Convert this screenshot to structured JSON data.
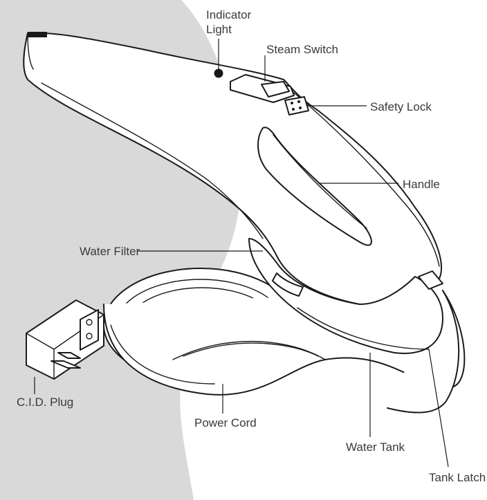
{
  "labels": {
    "indicator_light_1": "Indicator",
    "indicator_light_2": "Light",
    "steam_switch": "Steam Switch",
    "safety_lock": "Safety Lock",
    "handle": "Handle",
    "water_filter": "Water Filter",
    "cid_plug": "C.I.D. Plug",
    "power_cord": "Power Cord",
    "water_tank": "Water Tank",
    "tank_latch": "Tank Latch"
  },
  "colors": {
    "background_shape": "#d9d9d9",
    "line": "#1a1a1a",
    "text": "#3a3a3a"
  }
}
